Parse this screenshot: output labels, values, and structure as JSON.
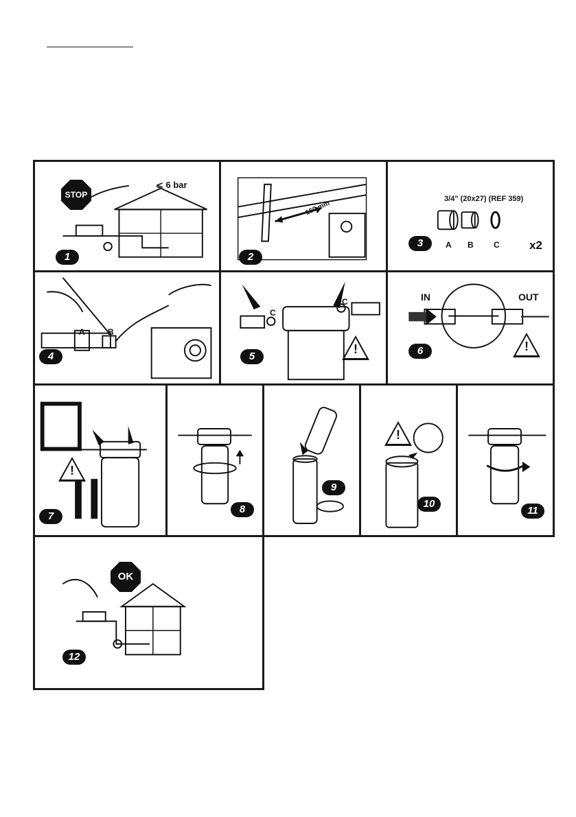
{
  "panels": {
    "p1": {
      "number": "1",
      "badge": "STOP",
      "pressure": "⩽ 6 bar"
    },
    "p2": {
      "number": "2",
      "measure": "160 mm"
    },
    "p3": {
      "number": "3",
      "spec": "3/4\" (20x27) (REF 359)",
      "parts": [
        "A",
        "B",
        "C"
      ],
      "qty": "x2"
    },
    "p4": {
      "number": "4",
      "label_a": "A",
      "label_b": "B"
    },
    "p5": {
      "number": "5",
      "label_c_left": "C",
      "label_c_right": "C",
      "warning": "!"
    },
    "p6": {
      "number": "6",
      "label_in": "IN",
      "label_out": "OUT",
      "warning": "!"
    },
    "p7": {
      "number": "7",
      "warning": "!"
    },
    "p8": {
      "number": "8"
    },
    "p9": {
      "number": "9"
    },
    "p10": {
      "number": "10",
      "warning": "!"
    },
    "p11": {
      "number": "11"
    },
    "p12": {
      "number": "12",
      "badge": "OK"
    }
  }
}
